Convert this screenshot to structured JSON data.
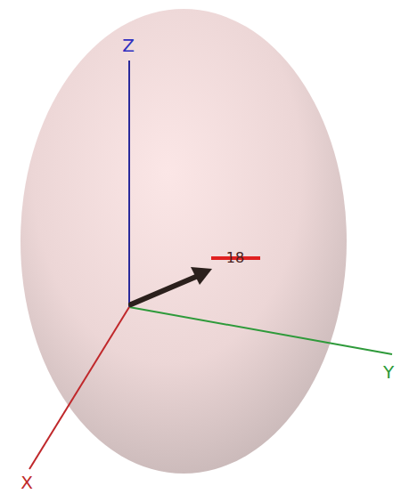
{
  "diagram": {
    "labels": [
      "Z",
      "18",
      "Y",
      "X"
    ]
  }
}
